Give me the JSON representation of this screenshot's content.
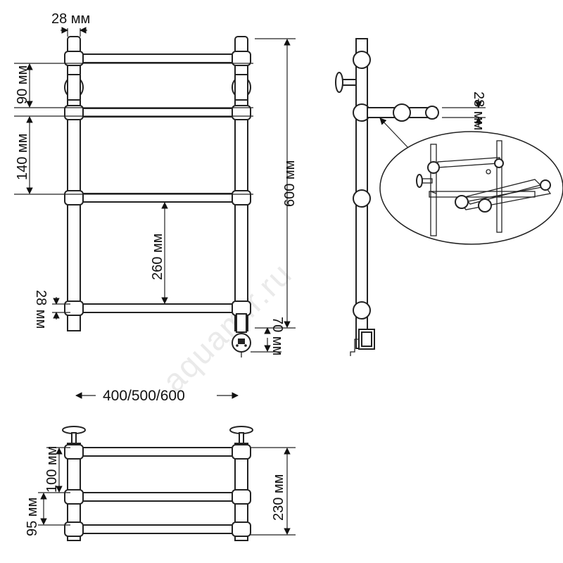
{
  "dimensions": {
    "pipe_top": "28 мм",
    "spacing_90": "90 мм",
    "spacing_140": "140 мм",
    "spacing_260": "260 мм",
    "pipe_bottom": "28 мм",
    "height_600": "600 мм",
    "connector_70": "70 мм",
    "side_pipe": "28 мм",
    "width": "400/500/600",
    "depth_100": "100 мм",
    "depth_95": "95 мм",
    "depth_230": "230 мм"
  },
  "watermark": "aquamir.ru"
}
